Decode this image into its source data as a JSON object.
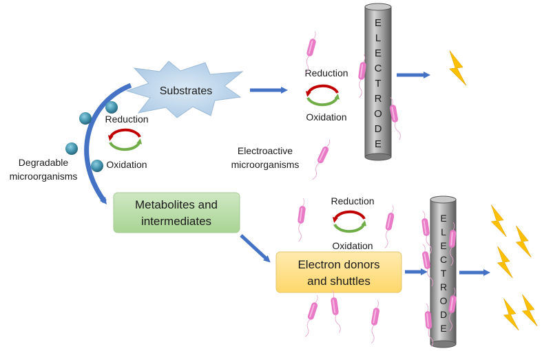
{
  "labels": {
    "substrates": "Substrates",
    "reduction": "Reduction",
    "oxidation": "Oxidation",
    "degradable_line1": "Degradable",
    "degradable_line2": "microorganisms",
    "electroactive_line1": "Electroactive",
    "electroactive_line2": "microorganisms",
    "metabolites_line1": "Metabolites and",
    "metabolites_line2": "intermediates",
    "donors_line1": "Electron donors",
    "donors_line2": "and shuttles"
  },
  "electrode_letters": [
    "E",
    "L",
    "E",
    "C",
    "T",
    "R",
    "O",
    "D",
    "E"
  ],
  "colors": {
    "arrow_blue": "#4472c4",
    "substrate_fill": "#b4cfe8",
    "metabolites_fill": "#b8dcab",
    "donors_fill": "#ffe294",
    "electrode_gray": "#9a9a9a",
    "bolt_yellow": "#ffc000",
    "cycle_red": "#c00000",
    "cycle_green": "#70ad47",
    "microbe_pink": "#e97ac6",
    "sphere_teal": "#3f8fa8"
  }
}
